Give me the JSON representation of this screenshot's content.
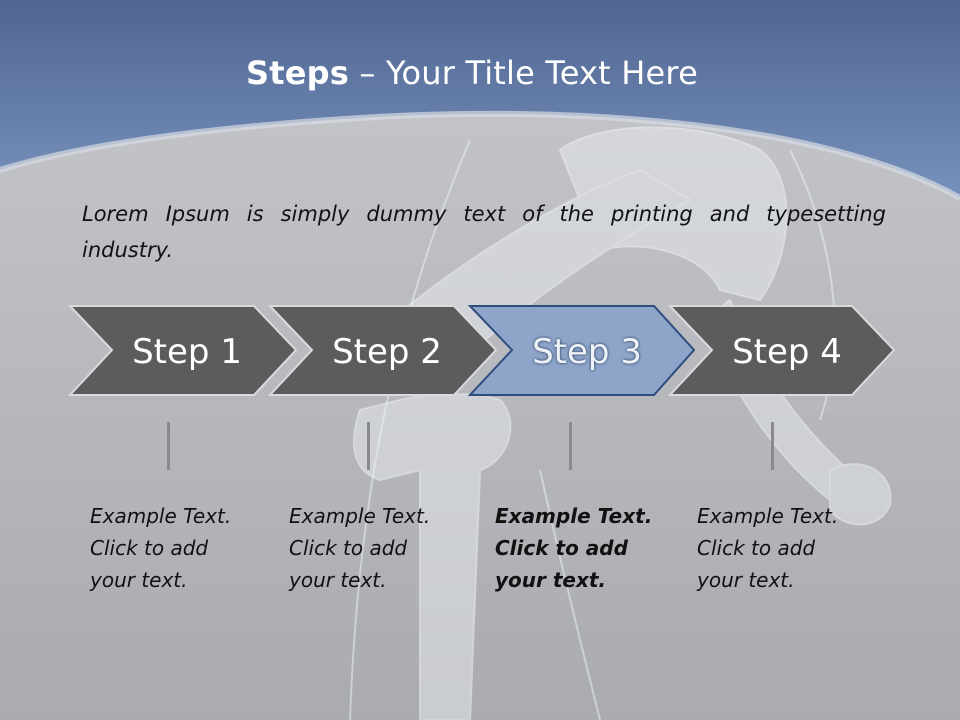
{
  "title": {
    "strong": "Steps",
    "rest": " – Your Title Text Here"
  },
  "body_text": "Lorem Ipsum is simply dummy text of the printing and typesetting industry.",
  "steps": [
    {
      "label": "Step 1",
      "caption": [
        "Example Text.",
        "Click  to add",
        "your text."
      ]
    },
    {
      "label": "Step 2",
      "caption": [
        "Example Text.",
        "Click  to add",
        "your text."
      ]
    },
    {
      "label": "Step 3",
      "caption": [
        "Example Text.",
        "Click  to add",
        "your text."
      ]
    },
    {
      "label": "Step 4",
      "caption": [
        "Example Text.",
        "Click  to add",
        "your text."
      ]
    }
  ],
  "active_step": 3,
  "colors": {
    "header_blue": "#6d87b3",
    "background_gray": "#b9bbbf",
    "step_dark": "#5c5c5c",
    "step_active": "#8ea5c9",
    "step_active_border": "#2e4d7e"
  }
}
